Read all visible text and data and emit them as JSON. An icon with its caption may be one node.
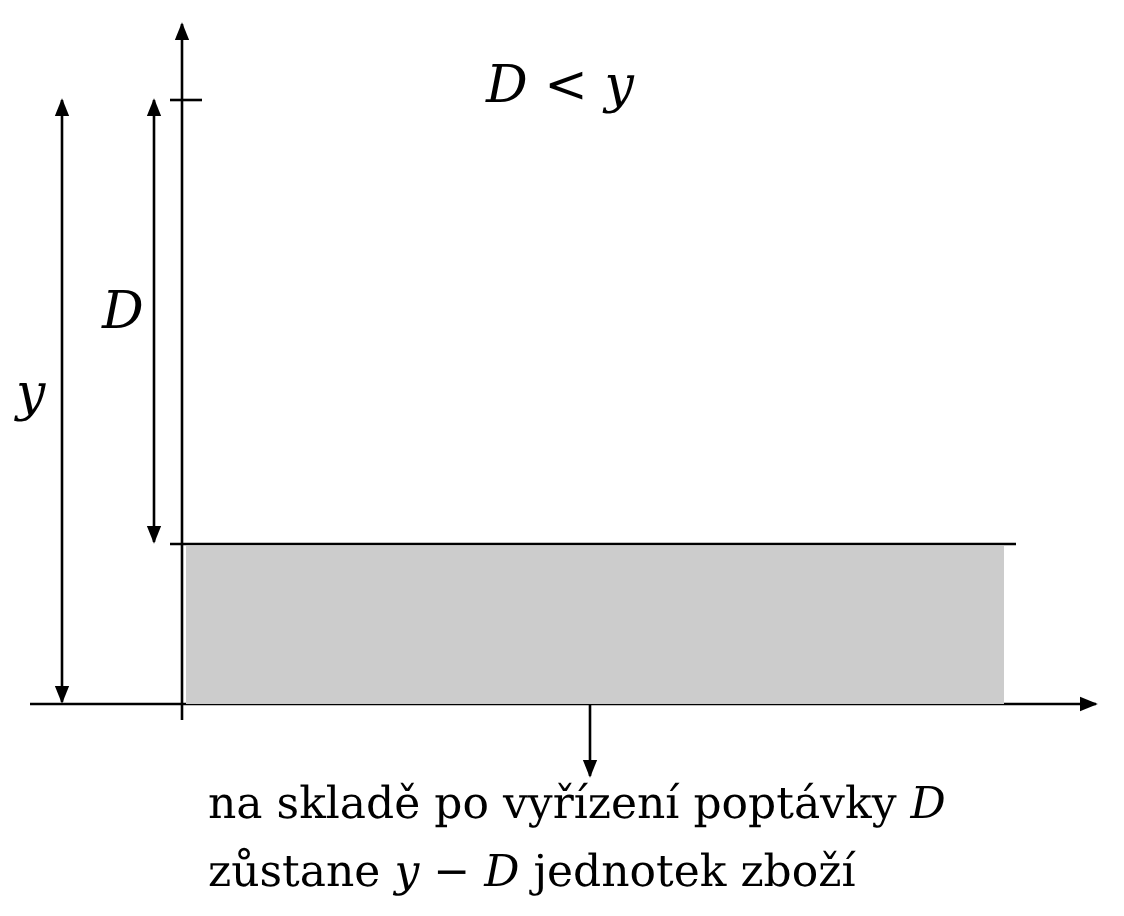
{
  "diagram": {
    "nodes": [
      {
        "text": [],
        "shape": "bar"
      },
      {
        "text": [
          "na skladě po vyřízení poptávky *D* zůstane *y* − *D* jednotek zboží"
        ]
      }
    ],
    "edges": [
      {
        "from": 0,
        "to": 1,
        "arrow": "to"
      }
    ],
    "labels": [
      "*D* < *y*",
      "D",
      "y"
    ]
  }
}
